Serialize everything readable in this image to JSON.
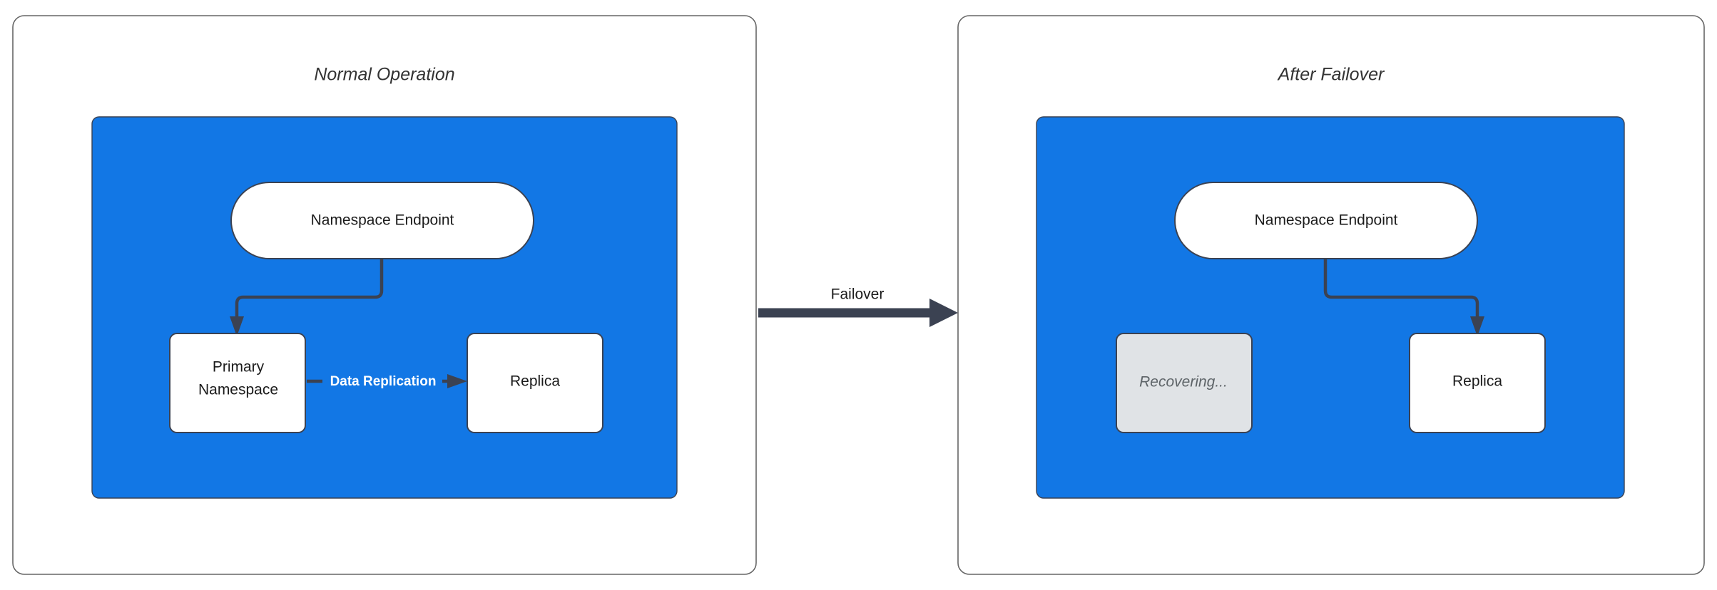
{
  "diagram": {
    "title_bar": "",
    "background_color": "#ffffff",
    "accent_color": "#1277e5",
    "stroke_color": "#3b4252",
    "muted_fill": "#e0e3e6",
    "panels": [
      {
        "id": "normal-operation",
        "title": "Normal Operation",
        "zone_color": "#1277e5",
        "nodes": [
          {
            "id": "endpoint-left",
            "label": "Namespace Endpoint",
            "shape": "stadium",
            "fill": "#ffffff"
          },
          {
            "id": "primary-namespace",
            "label_line1": "Primary",
            "label_line2": "Namespace",
            "shape": "rounded-rect",
            "fill": "#ffffff"
          },
          {
            "id": "replica-left",
            "label": "Replica",
            "shape": "rounded-rect",
            "fill": "#ffffff"
          }
        ],
        "edges": [
          {
            "from": "endpoint-left",
            "to": "primary-namespace",
            "label": ""
          },
          {
            "from": "primary-namespace",
            "to": "replica-left",
            "label": "Data Replication"
          }
        ]
      },
      {
        "id": "after-failover",
        "title": "After Failover",
        "zone_color": "#1277e5",
        "nodes": [
          {
            "id": "endpoint-right",
            "label": "Namespace Endpoint",
            "shape": "stadium",
            "fill": "#ffffff"
          },
          {
            "id": "recovering",
            "label": "Recovering...",
            "shape": "rounded-rect",
            "fill": "#e0e3e6"
          },
          {
            "id": "replica-right",
            "label": "Replica",
            "shape": "rounded-rect",
            "fill": "#ffffff"
          }
        ],
        "edges": [
          {
            "from": "endpoint-right",
            "to": "replica-right",
            "label": ""
          }
        ]
      }
    ],
    "transition": {
      "label": "Failover",
      "direction": "left-to-right"
    }
  }
}
